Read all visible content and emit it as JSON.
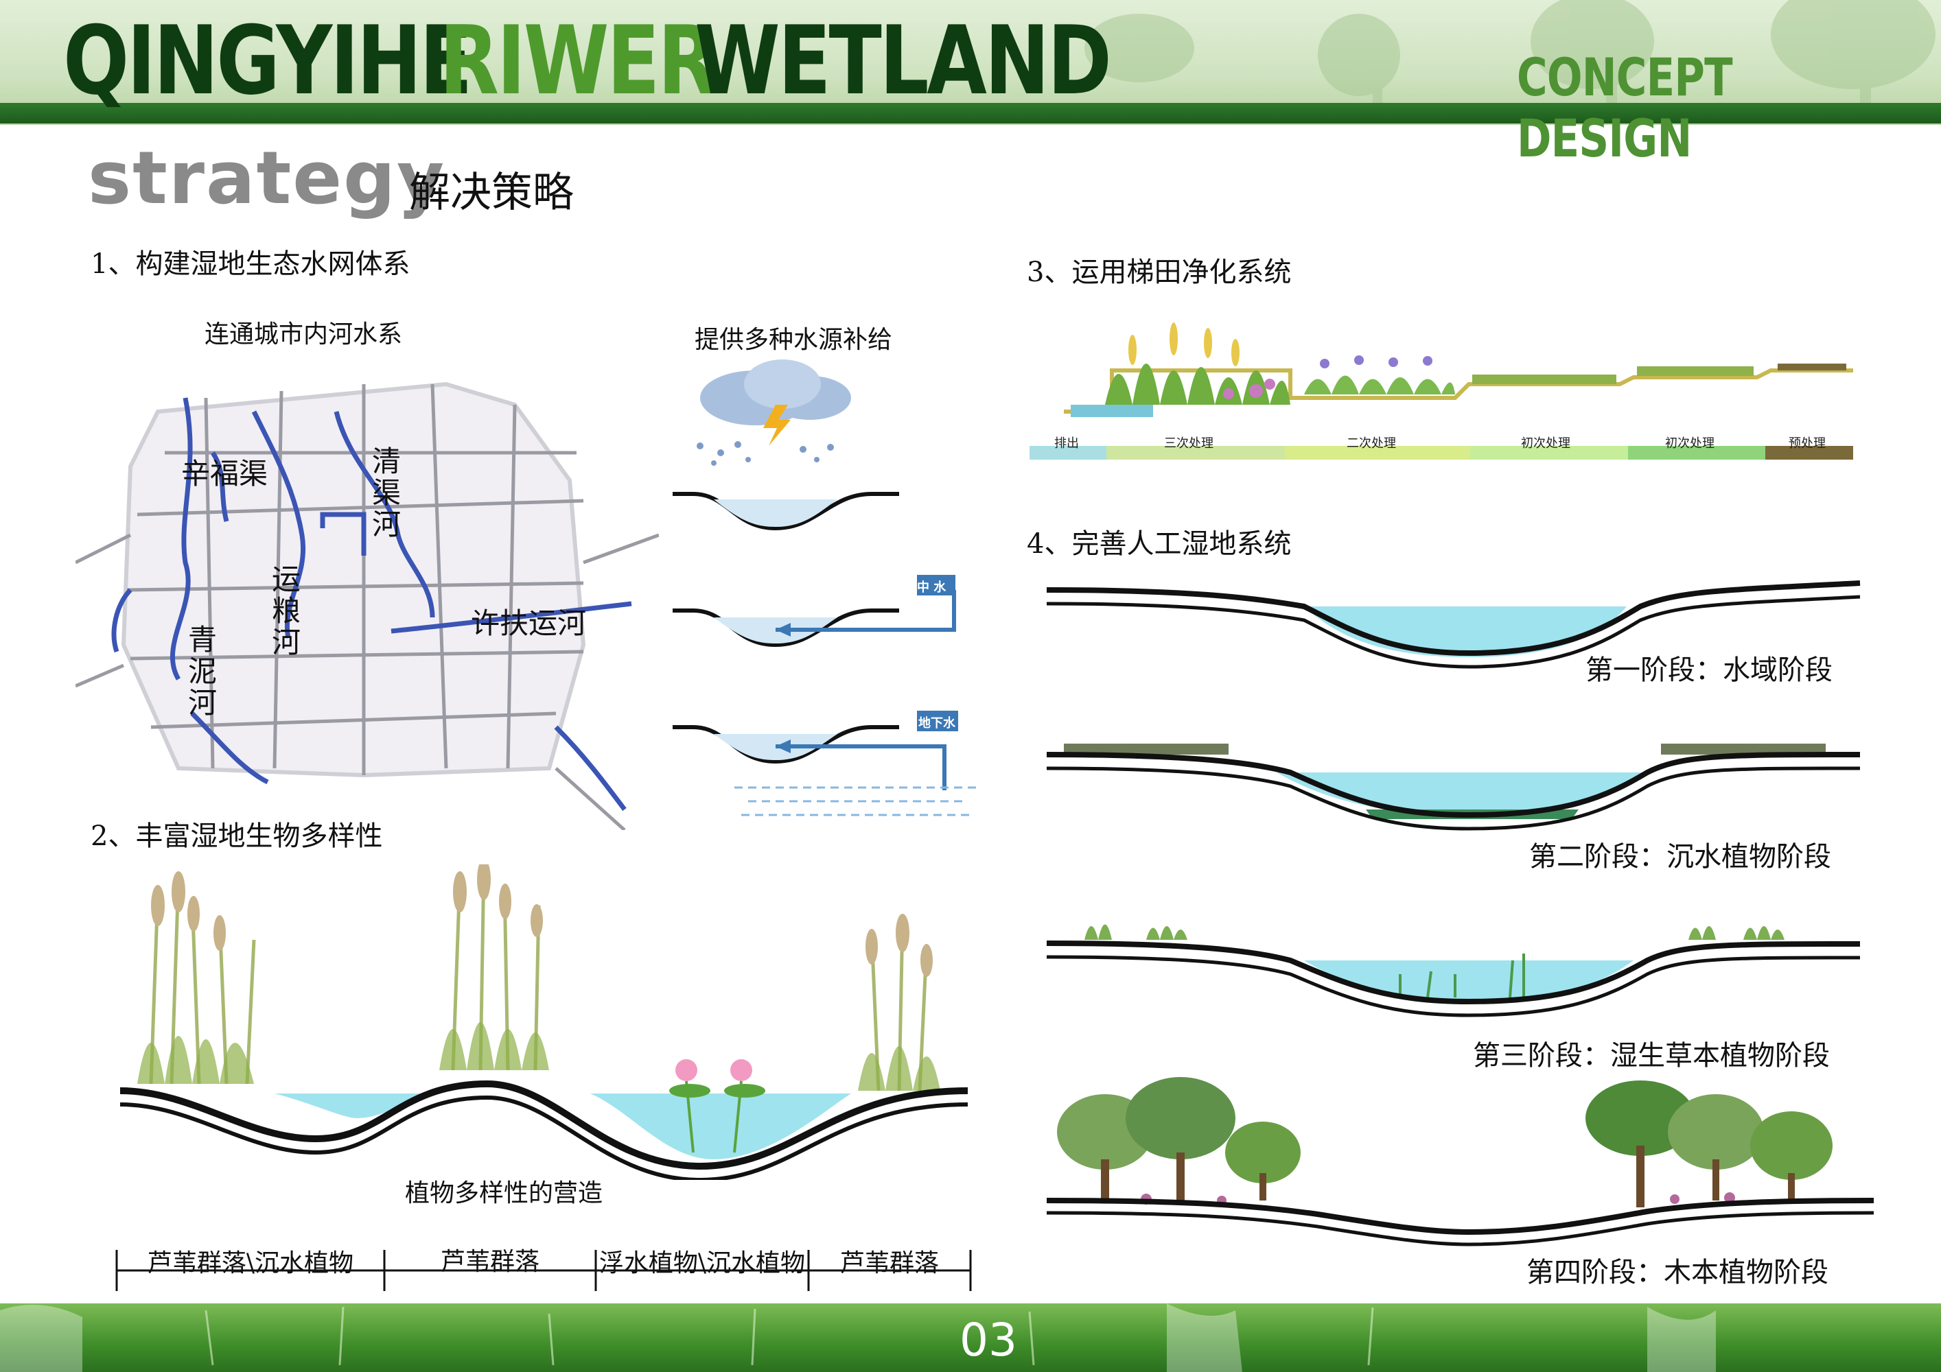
{
  "header": {
    "title_part1": "QINGYIHE ",
    "title_part2": "RIWER",
    "title_part3": "WETLAND",
    "subtitle": "CONCEPT DESIGN"
  },
  "strategy": {
    "label_en": "strategy",
    "label_cn": "解决策略"
  },
  "section1": {
    "heading": "1、构建湿地生态水网体系",
    "map_caption": "连通城市内河水系",
    "water_caption": "提供多种水源补给",
    "rivers": [
      "辛福渠",
      "清渠河",
      "运粮河",
      "青泥河",
      "许扶运河"
    ],
    "tag_reclaimed": "中 水",
    "tag_groundwater": "地下水"
  },
  "section2": {
    "heading": "2、丰富湿地生物多样性",
    "caption": "植物多样性的营造",
    "zones": [
      "芦苇群落\\沉水植物",
      "芦苇群落",
      "浮水植物\\沉水植物",
      "芦苇群落"
    ]
  },
  "section3": {
    "heading": "3、运用梯田净化系统",
    "stages": [
      "排出",
      "三次处理",
      "二次处理",
      "初次处理",
      "初次处理",
      "预处理"
    ],
    "stage_colors": [
      "#a9dfe3",
      "#cfe6a0",
      "#d8ec8a",
      "#c6ee9a",
      "#8fd47a",
      "#7a6a3a"
    ]
  },
  "section4": {
    "heading": "4、完善人工湿地系统",
    "phases": [
      "第一阶段：水域阶段",
      "第二阶段：沉水植物阶段",
      "第三阶段：湿生草本植物阶段",
      "第四阶段：木本植物阶段"
    ]
  },
  "footer": {
    "page_number": "03"
  },
  "colors": {
    "header_dark": "#0f3d12",
    "header_accent": "#4f9a2d",
    "water": "#9fe3ee",
    "river": "#3b55b5"
  }
}
